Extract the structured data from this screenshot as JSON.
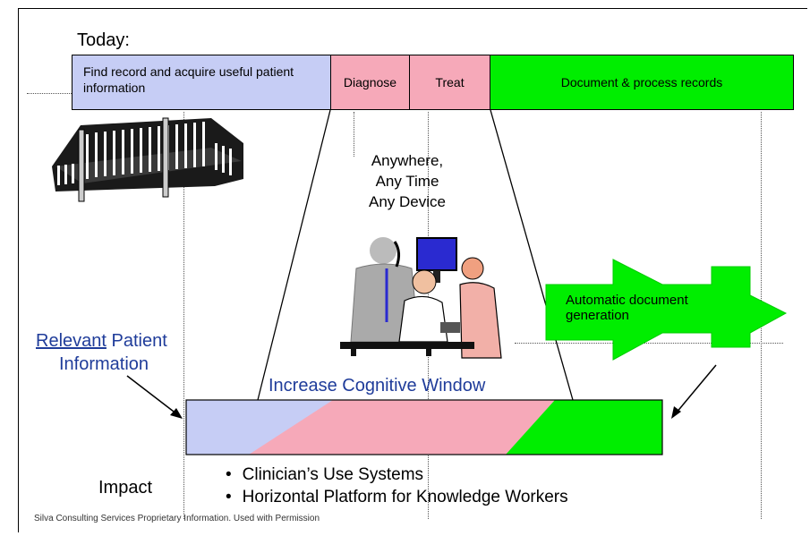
{
  "today_label": "Today:",
  "timeline": {
    "segments": [
      {
        "id": "find",
        "label": "Find record and acquire useful patient information",
        "color": "#c6cdf5"
      },
      {
        "id": "diagnose",
        "label": "Diagnose",
        "color": "#f6a9b9"
      },
      {
        "id": "treat",
        "label": "Treat",
        "color": "#f6a9b9"
      },
      {
        "id": "document",
        "label": "Document & process records",
        "color": "#00ee00"
      }
    ]
  },
  "center_text": {
    "line1": "Anywhere,",
    "line2": "Any Time",
    "line3": "Any Device"
  },
  "left_label": {
    "underlined": "Relevant",
    "rest_line1": " Patient",
    "line2": "Information"
  },
  "arrow_label": "Automatic document generation",
  "cognitive_label": "Increase Cognitive Window",
  "impact": {
    "label": "Impact",
    "bullets": [
      "Clinician’s Use Systems",
      "Horizontal Platform for Knowledge Workers"
    ]
  },
  "footer": "Silva Consulting Services Proprietary Information. Used with Permission",
  "colors": {
    "blue": "#c6cdf5",
    "pink": "#f6a9b9",
    "green": "#00ee00",
    "label_blue": "#1f3c9a"
  },
  "icons": [
    "building-icon",
    "clinicians-computer-icon",
    "green-arrow-icon"
  ]
}
